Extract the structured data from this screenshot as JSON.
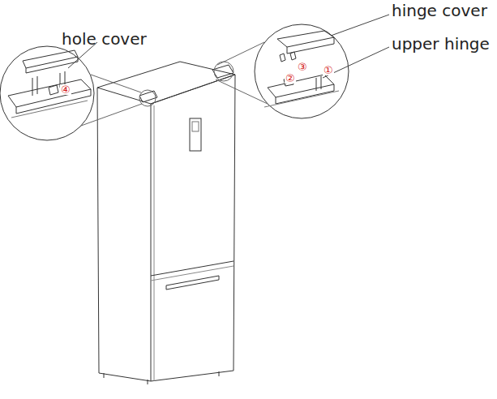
{
  "diagram": {
    "labels": [
      "hinge cover",
      "hole cover",
      "upper hinge",
      "④",
      "③",
      "①",
      "②"
    ]
  }
}
